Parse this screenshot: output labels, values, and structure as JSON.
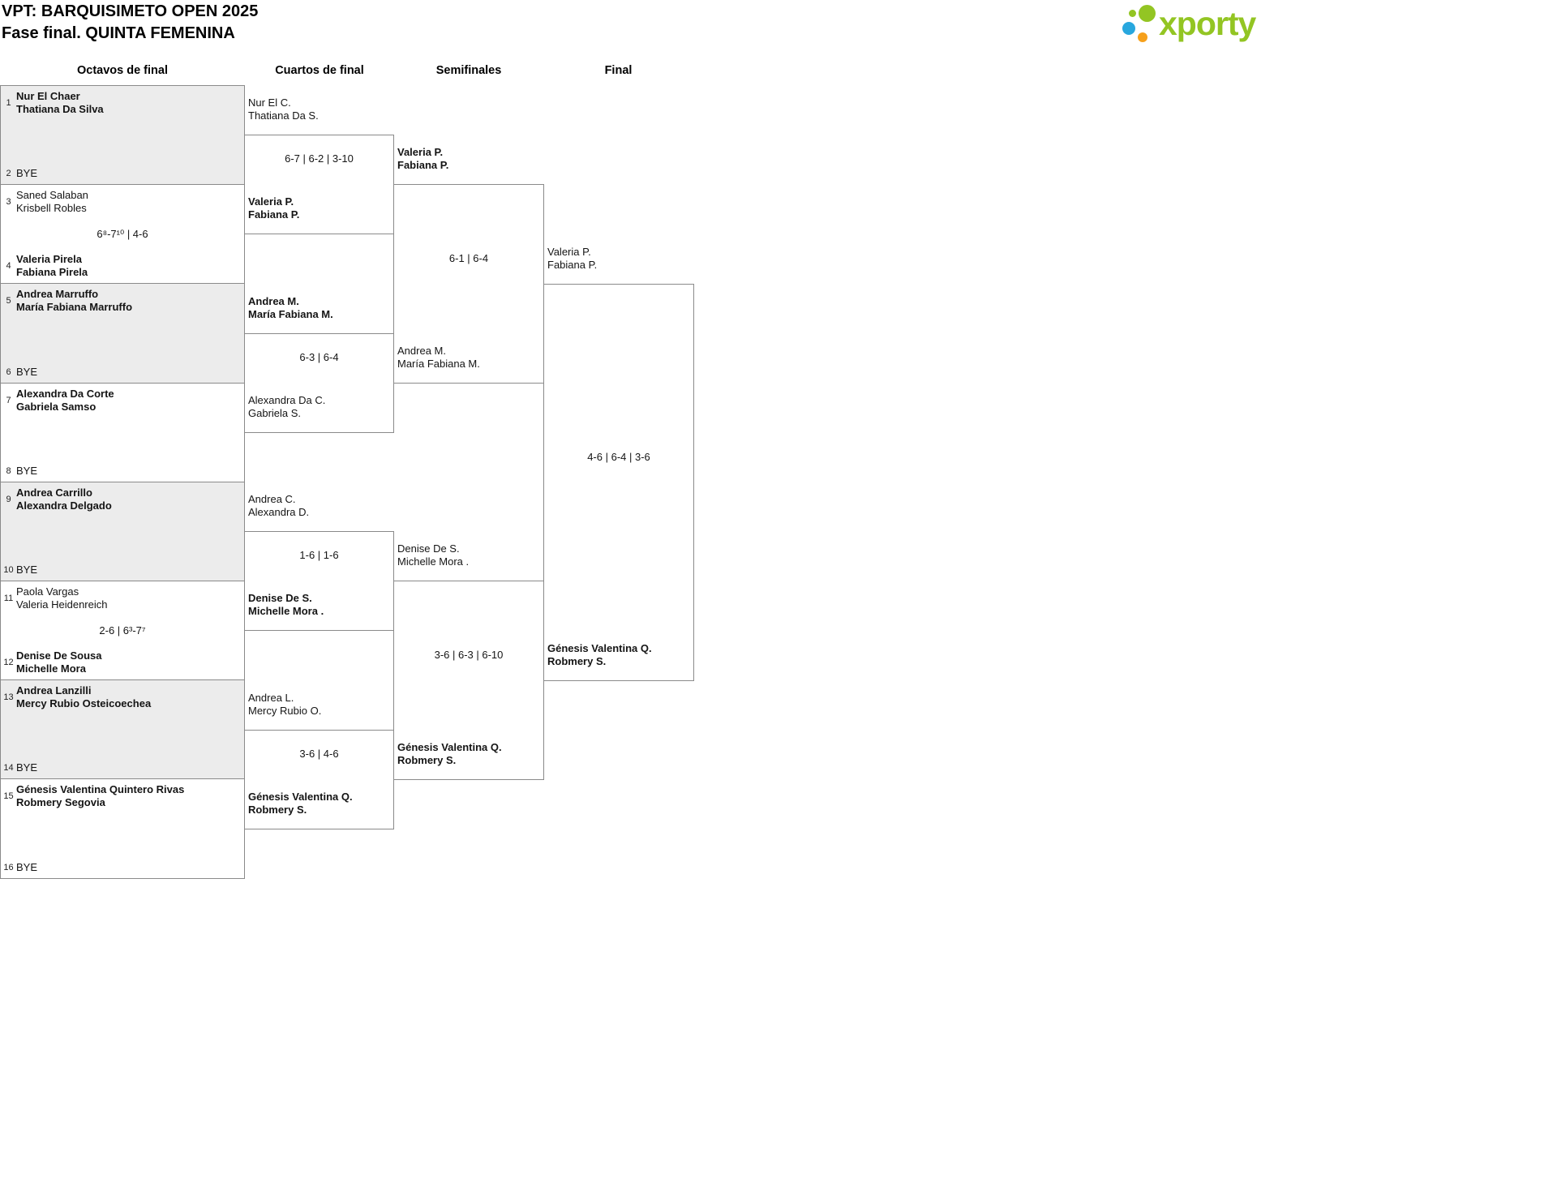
{
  "page": {
    "title_line1": "VPT: BARQUISIMETO OPEN 2025",
    "title_line2": "Fase final. QUINTA FEMENINA"
  },
  "logo": {
    "text": "xporty"
  },
  "round_headers": {
    "r16": "Octavos de final",
    "qf": "Cuartos de final",
    "sf": "Semifinales",
    "final": "Final"
  },
  "r16": [
    {
      "top": {
        "seed": "1",
        "line1": "Nur El Chaer",
        "line2": "Thatiana Da Silva"
      },
      "score": "",
      "bottom": {
        "seed": "2",
        "line1": "BYE"
      }
    },
    {
      "top": {
        "seed": "3",
        "line1": "Saned Salaban",
        "line2": "Krisbell Robles"
      },
      "score": "6⁸-7¹⁰ | 4-6",
      "bottom": {
        "seed": "4",
        "line1": "Valeria Pirela",
        "line2": "Fabiana Pirela"
      }
    },
    {
      "top": {
        "seed": "5",
        "line1": "Andrea Marruffo",
        "line2": "María Fabiana Marruffo"
      },
      "score": "",
      "bottom": {
        "seed": "6",
        "line1": "BYE"
      }
    },
    {
      "top": {
        "seed": "7",
        "line1": "Alexandra Da Corte",
        "line2": "Gabriela Samso"
      },
      "score": "",
      "bottom": {
        "seed": "8",
        "line1": "BYE"
      }
    },
    {
      "top": {
        "seed": "9",
        "line1": "Andrea Carrillo",
        "line2": "Alexandra Delgado"
      },
      "score": "",
      "bottom": {
        "seed": "10",
        "line1": "BYE"
      }
    },
    {
      "top": {
        "seed": "11",
        "line1": "Paola Vargas",
        "line2": "Valeria Heidenreich"
      },
      "score": "2-6 | 6³-7⁷",
      "bottom": {
        "seed": "12",
        "line1": "Denise De Sousa",
        "line2": "Michelle Mora"
      }
    },
    {
      "top": {
        "seed": "13",
        "line1": "Andrea Lanzilli",
        "line2": "Mercy Rubio Osteicoechea"
      },
      "score": "",
      "bottom": {
        "seed": "14",
        "line1": "BYE"
      }
    },
    {
      "top": {
        "seed": "15",
        "line1": "Génesis Valentina Quintero Rivas",
        "line2": "Robmery Segovia"
      },
      "score": "",
      "bottom": {
        "seed": "16",
        "line1": "BYE"
      }
    }
  ],
  "qf": [
    {
      "top": {
        "line1": "Nur El C.",
        "line2": "Thatiana Da S."
      },
      "score": "6-7 | 6-2 | 3-10",
      "bottom": {
        "line1": "Valeria P.",
        "line2": "Fabiana P."
      }
    },
    {
      "top": {
        "line1": "Andrea M.",
        "line2": "María Fabiana M."
      },
      "score": "6-3 | 6-4",
      "bottom": {
        "line1": "Alexandra Da C.",
        "line2": "Gabriela S."
      }
    },
    {
      "top": {
        "line1": "Andrea C.",
        "line2": "Alexandra D."
      },
      "score": "1-6 | 1-6",
      "bottom": {
        "line1": "Denise De S.",
        "line2": "Michelle Mora ."
      }
    },
    {
      "top": {
        "line1": "Andrea L.",
        "line2": "Mercy Rubio O."
      },
      "score": "3-6 | 4-6",
      "bottom": {
        "line1": "Génesis Valentina Q.",
        "line2": "Robmery S."
      }
    }
  ],
  "sf": [
    {
      "top": {
        "line1": "Valeria P.",
        "line2": "Fabiana P."
      },
      "score": "6-1 | 6-4",
      "bottom": {
        "line1": "Andrea M.",
        "line2": "María Fabiana M."
      }
    },
    {
      "top": {
        "line1": "Denise De S.",
        "line2": "Michelle Mora ."
      },
      "score": "3-6 | 6-3 | 6-10",
      "bottom": {
        "line1": "Génesis Valentina Q.",
        "line2": "Robmery S."
      }
    }
  ],
  "final": {
    "top": {
      "line1": "Valeria P.",
      "line2": "Fabiana P."
    },
    "score": "4-6 | 6-4 | 3-6",
    "bottom": {
      "line1": "Génesis Valentina Q.",
      "line2": "Robmery S."
    }
  },
  "colors": {
    "brand_green": "#93c523",
    "logo_blue": "#28a7de",
    "logo_orange": "#f6a01b",
    "bye_box_gray": "#ececec",
    "border_gray": "#8a8a8a"
  }
}
